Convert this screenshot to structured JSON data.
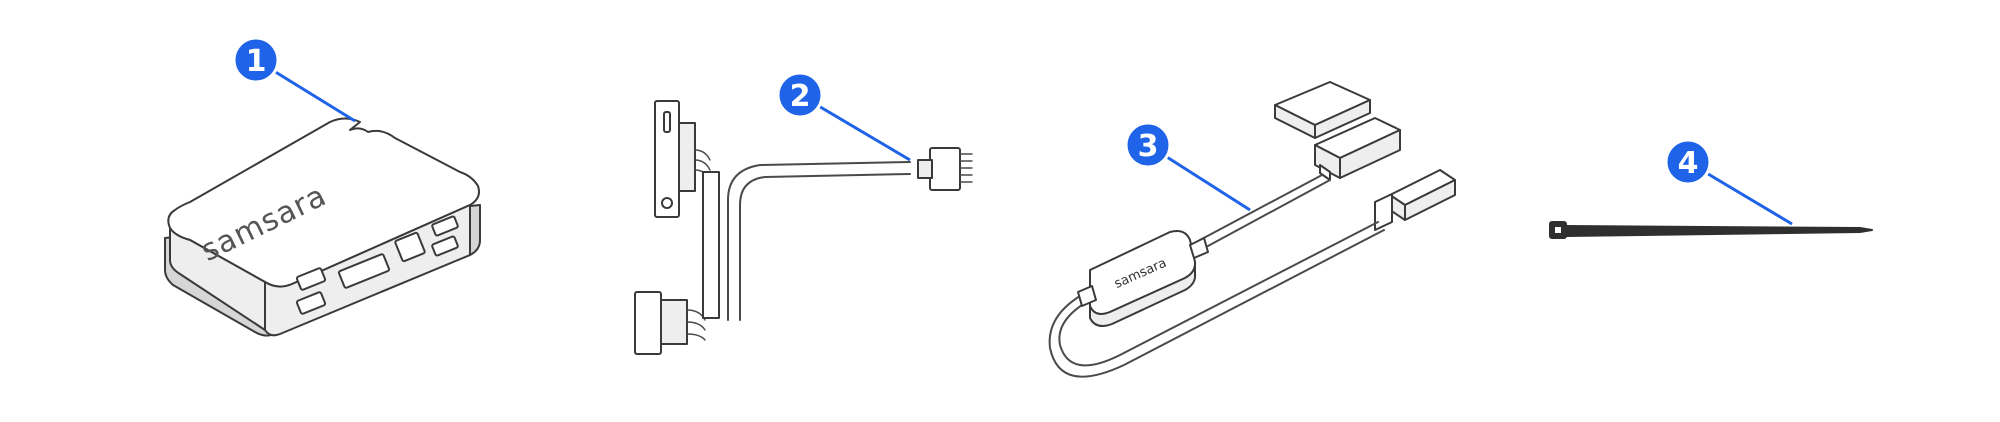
{
  "items": [
    {
      "number": "1",
      "brand": "samsara",
      "icon": "vehicle-gateway-icon"
    },
    {
      "number": "2",
      "brand": "",
      "icon": "wiring-harness-icon"
    },
    {
      "number": "3",
      "brand": "samsara",
      "icon": "usb-power-adapter-cable-icon"
    },
    {
      "number": "4",
      "brand": "",
      "icon": "cable-tie-icon"
    }
  ],
  "colors": {
    "callout": "#1f63e8",
    "line_art": "#3a3a3a",
    "background": "#ffffff"
  }
}
